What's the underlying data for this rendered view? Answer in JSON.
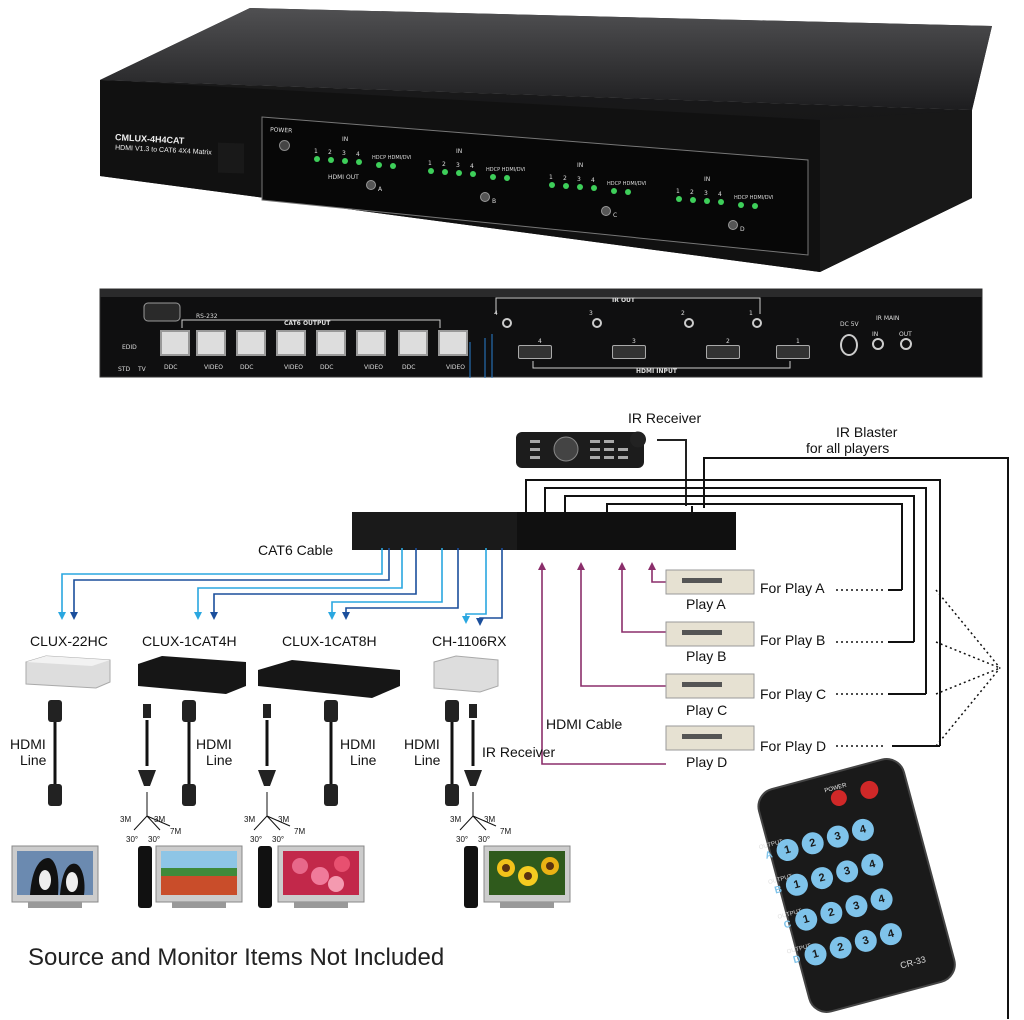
{
  "device": {
    "model": "CMLUX-4H4CAT",
    "subtitle": "HDMI V1.3 to CAT6 4X4 Matrix",
    "front": {
      "power": "POWER",
      "in": "IN",
      "hdcp": "HDCP HDMI/DVI",
      "hdmi_out": "HDMI OUT",
      "zones": [
        "A",
        "B",
        "C",
        "D"
      ],
      "inputs": [
        "1",
        "2",
        "3",
        "4"
      ]
    },
    "rear": {
      "rs232": "RS-232",
      "cat6_output": "CAT6 OUTPUT",
      "edid": "EDID",
      "std": "STD",
      "tv": "TV",
      "ddc": "DDC",
      "video": "VIDEO",
      "ir_out": "IR OUT",
      "hdmi_input": "HDMI INPUT",
      "dc": "DC 5V",
      "ir_main": "IR MAIN",
      "in": "IN",
      "out": "OUT",
      "ports": [
        "4",
        "3",
        "2",
        "1"
      ]
    }
  },
  "diagram": {
    "ir_receiver_top": "IR Receiver",
    "ir_blaster": "IR Blaster",
    "ir_blaster_2": "for all players",
    "cat6_cable": "CAT6 Cable",
    "hdmi_cable": "HDMI Cable",
    "receivers": [
      "CLUX-22HC",
      "CLUX-1CAT4H",
      "CLUX-1CAT8H",
      "CH-1106RX"
    ],
    "hdmi_line_1": "HDMI",
    "hdmi_line_2": "Line",
    "ir_receiver_bottom": "IR Receiver",
    "range": {
      "a": "3M",
      "b": "3M",
      "c": "7M",
      "d": "30°",
      "e": "30°"
    },
    "players": [
      {
        "name": "Play A",
        "label": "For Play A"
      },
      {
        "name": "Play B",
        "label": "For Play B"
      },
      {
        "name": "Play C",
        "label": "For Play C"
      },
      {
        "name": "Play D",
        "label": "For Play D"
      }
    ],
    "remote": {
      "power": "POWER",
      "output": "OUTPUT",
      "rows": [
        "A",
        "B",
        "C",
        "D"
      ],
      "buttons": [
        "1",
        "2",
        "3",
        "4"
      ],
      "model": "CR-33"
    }
  },
  "footnote": "Source and Monitor Items Not Included",
  "colors": {
    "cable_light": "#2aa7e0",
    "cable_dark": "#1b4f9c",
    "hdmi_cable": "#8b2e6b",
    "device_body": "#1c1c1e",
    "led": "#3ecf5a"
  }
}
